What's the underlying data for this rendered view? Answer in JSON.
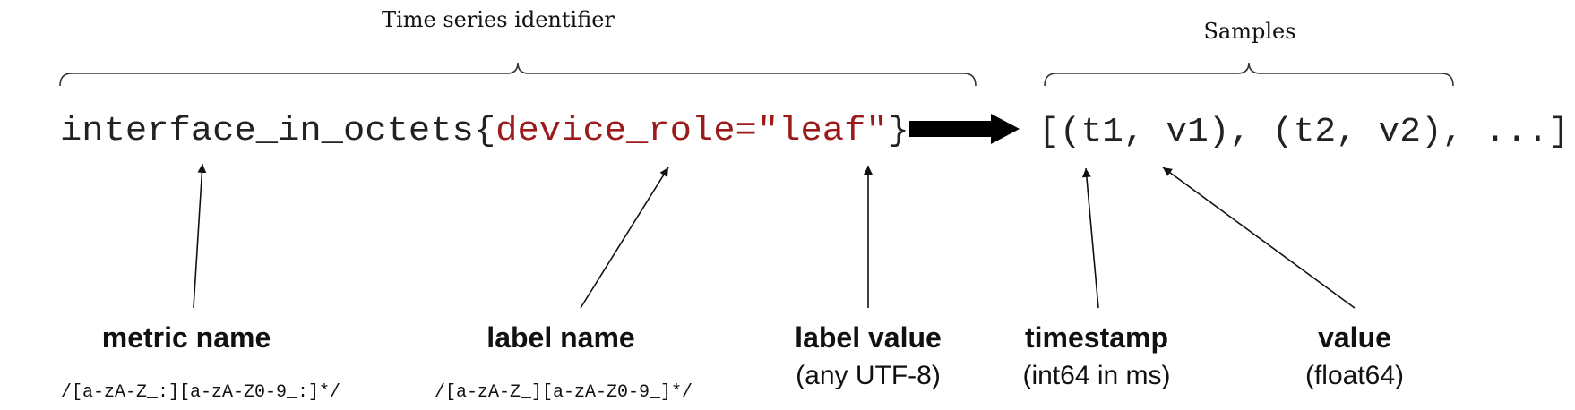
{
  "braces": {
    "identifier_title": "Time series identifier",
    "samples_title": "Samples"
  },
  "series": {
    "metric": "interface_in_octets",
    "open_brace": "{",
    "label_pair": "device_role=\"leaf\"",
    "close_brace": "}",
    "samples": "[(t1, v1), (t2, v2), ...]"
  },
  "annotations": {
    "metric_name": {
      "title": "metric name",
      "regex": "/[a-zA-Z_:][a-zA-Z0-9_:]*/"
    },
    "label_name": {
      "title": "label name",
      "regex": "/[a-zA-Z_][a-zA-Z0-9_]*/"
    },
    "label_value": {
      "title": "label value",
      "subtitle": "(any UTF-8)"
    },
    "timestamp": {
      "title": "timestamp",
      "subtitle": "(int64 in ms)"
    },
    "value": {
      "title": "value",
      "subtitle": "(float64)"
    }
  },
  "colors": {
    "text": "#222222",
    "label_highlight": "#9b1b1b",
    "arrow": "#000000"
  }
}
